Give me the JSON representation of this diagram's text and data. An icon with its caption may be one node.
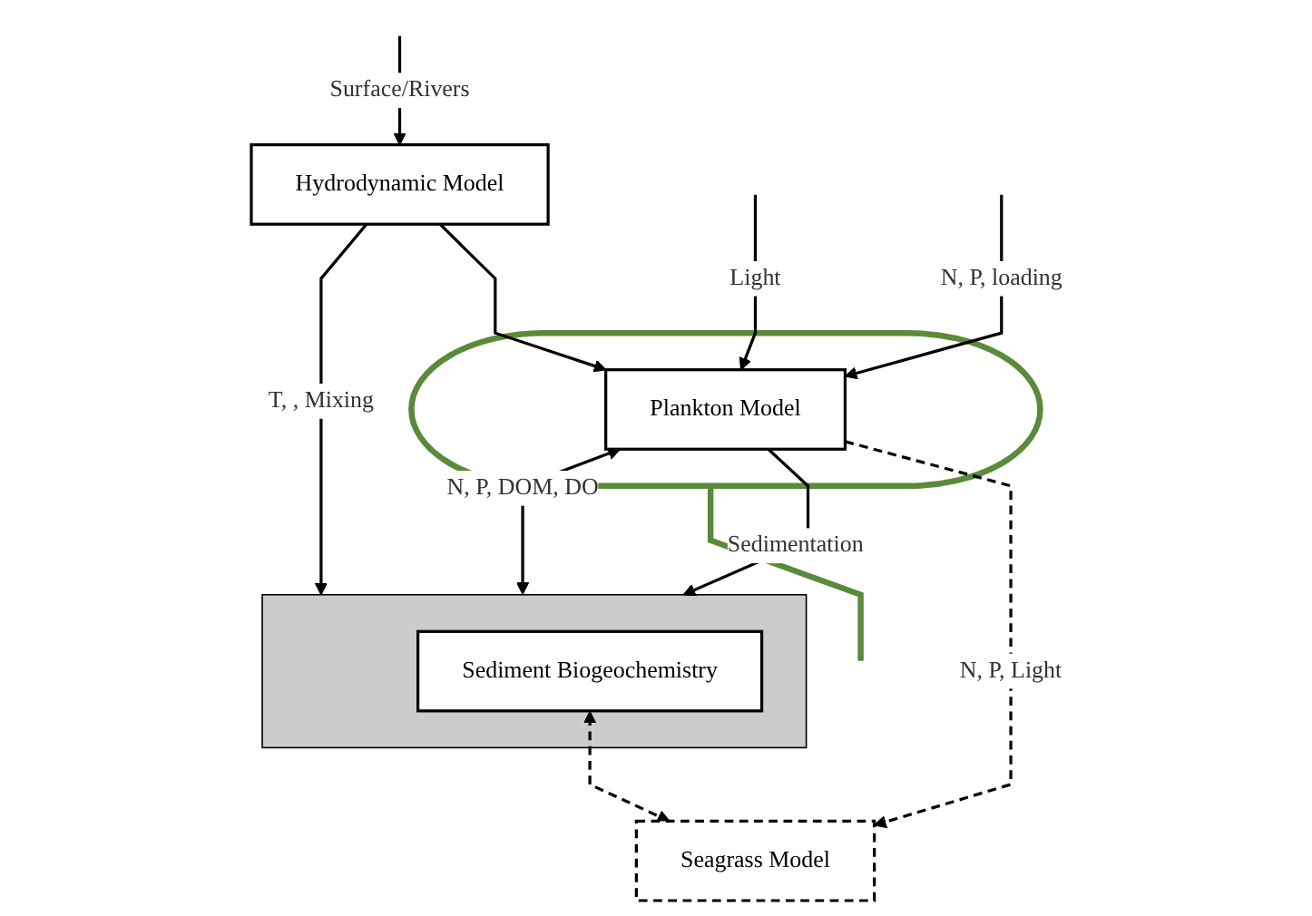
{
  "diagram": {
    "nodes": [
      {
        "text": [
          "Hydrodynamic Model"
        ]
      },
      {
        "text": [],
        "shape": "ellipse"
      },
      {
        "text": [
          "Plankton Model"
        ],
        "in": 1
      },
      {
        "text": [],
        "shape": "box"
      },
      {
        "text": [
          "Sediment Biogeochemistry"
        ],
        "in": 3
      },
      {
        "text": [
          "Seagrass Model"
        ]
      }
    ],
    "edges": [
      {
        "from": null,
        "to": 0,
        "arrow": "to",
        "label": "Surface/Rivers"
      },
      {
        "from": null,
        "to": 2,
        "arrow": "to",
        "label": "Light"
      },
      {
        "from": null,
        "to": 2,
        "arrow": "to",
        "label": "N, P, loading"
      },
      {
        "from": 0,
        "to": 2,
        "arrow": "to"
      },
      {
        "from": 0,
        "to": 3,
        "arrow": "to",
        "label": "T, , Mixing"
      },
      {
        "from": 3,
        "to": 2,
        "arrow": "both",
        "label": "N, P, DOM, DO"
      },
      {
        "from": 2,
        "to": 5,
        "arrow": "to",
        "label": "N, P, Light",
        "style": "dashed"
      },
      {
        "from": 2,
        "to": 3,
        "arrow": "to",
        "label": "Sedimentation"
      },
      {
        "from": 4,
        "to": 5,
        "arrow": "both",
        "style": "dashed"
      },
      {
        "from": 1,
        "to": null,
        "arrow": "none",
        "style": "thick",
        "color": "#5a8a3a"
      }
    ]
  }
}
